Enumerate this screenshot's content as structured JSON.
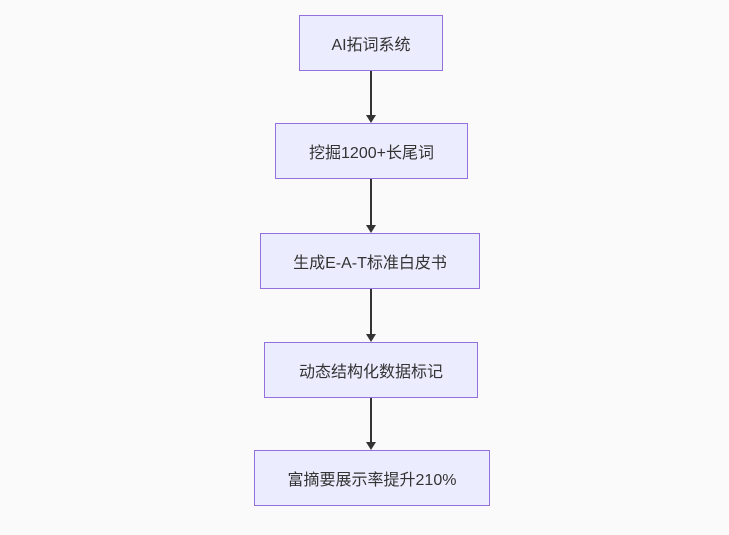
{
  "diagram": {
    "type": "flowchart",
    "direction": "top-down",
    "nodes": [
      {
        "id": "ai-keyword-system",
        "label": "AI拓词系统"
      },
      {
        "id": "mine-longtail-keywords",
        "label": "挖掘1200+长尾词"
      },
      {
        "id": "generate-eat-whitepaper",
        "label": "生成E-A-T标准白皮书"
      },
      {
        "id": "dynamic-structured-data",
        "label": "动态结构化数据标记"
      },
      {
        "id": "rich-snippet-increase",
        "label": "富摘要展示率提升210%"
      }
    ],
    "edges": [
      {
        "from": "ai-keyword-system",
        "to": "mine-longtail-keywords"
      },
      {
        "from": "mine-longtail-keywords",
        "to": "generate-eat-whitepaper"
      },
      {
        "from": "generate-eat-whitepaper",
        "to": "dynamic-structured-data"
      },
      {
        "from": "dynamic-structured-data",
        "to": "rich-snippet-increase"
      }
    ],
    "colors": {
      "node_fill": "#ECECFF",
      "node_border": "#9370DB",
      "node_text": "#333333",
      "arrow": "#333333",
      "background": "#FAFAFA"
    }
  }
}
